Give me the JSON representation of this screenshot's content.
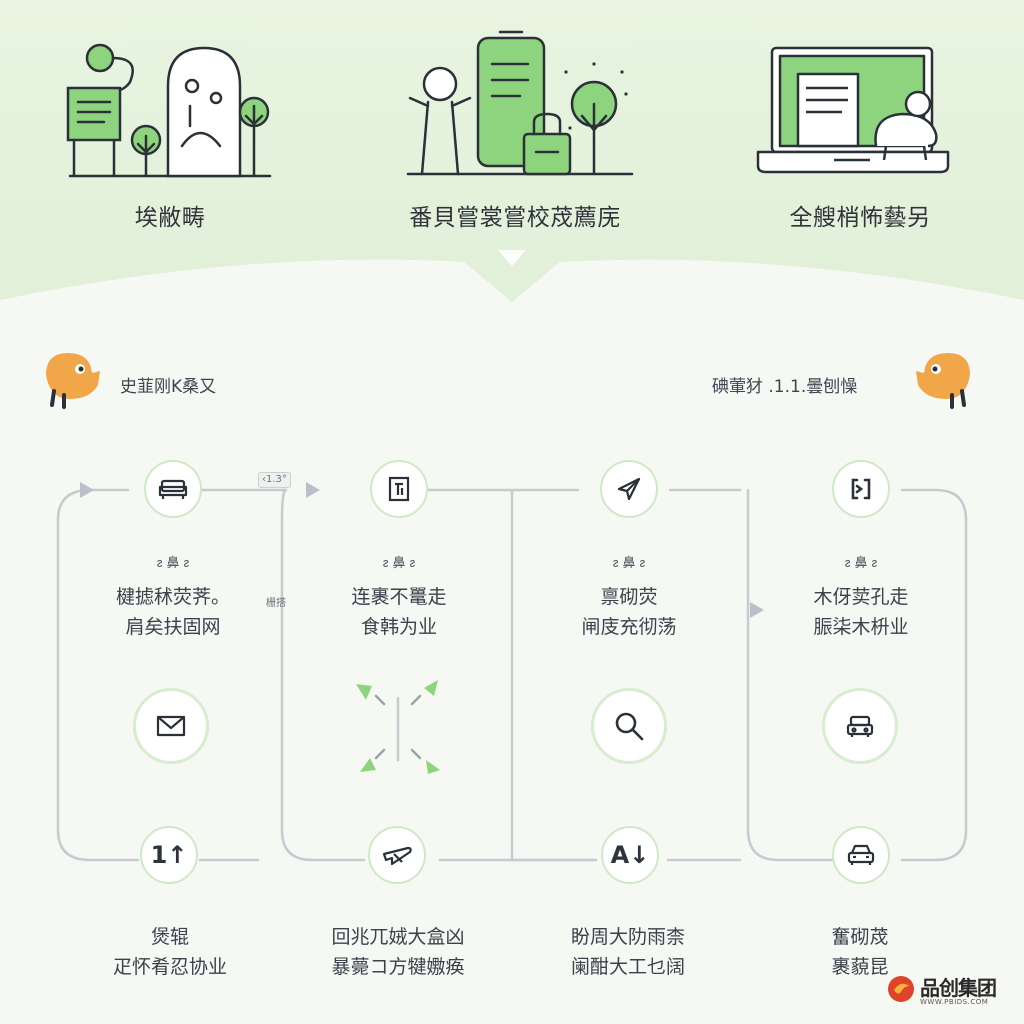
{
  "hero": {
    "captions": [
      "埃敝畴",
      "番貝嘗裳嘗校荗薦庑",
      "全艘梢怖藝另"
    ]
  },
  "side_labels": {
    "left": "史韮刚K桑又",
    "right": "碘葷犲 .1.1.曇刨懆"
  },
  "connectors": {
    "top_tag_1": "‹1.3°",
    "left_mini": "栅搭"
  },
  "columns": [
    {
      "tag": "ᴤ 鼻 ᴤ",
      "lines": [
        "楗摅秫荧荠。",
        "肩矣扶固网"
      ]
    },
    {
      "tag": "ᴤ 鼻 ᴤ",
      "lines": [
        "连裹不鼍走",
        "食韩为业"
      ]
    },
    {
      "tag": "ᴤ 鼻 ᴤ",
      "lines": [
        "禀砌荧",
        "闸庋充彻荡"
      ]
    },
    {
      "tag": "ᴤ 鼻 ᴤ",
      "lines": [
        "木伢荬孔走",
        "脤柒木枡业"
      ]
    }
  ],
  "bottom_columns": [
    {
      "lines": [
        "煲辊",
        "疋怀肴忍协业"
      ]
    },
    {
      "lines": [
        "回兆兀娀大盒凶",
        "暴薨コ方犍嫐痪"
      ]
    },
    {
      "lines": [
        "盼周大阞雨柰",
        "阑酣大工乜阔"
      ]
    },
    {
      "lines": [
        "奮砌荗",
        "裹藐昆"
      ]
    }
  ],
  "node_glyphs": {
    "bottom_1": "1↑",
    "bottom_3": "A↓"
  },
  "watermark": {
    "name": "品创集团",
    "url": "WWW.PBIDS.COM"
  },
  "colors": {
    "accent_green": "#8ed47f",
    "light_green": "#cfe9c6",
    "hero_bg": "#e6f3df",
    "line_gray": "#c5cbd1",
    "mascot_orange": "#f2a64a"
  }
}
